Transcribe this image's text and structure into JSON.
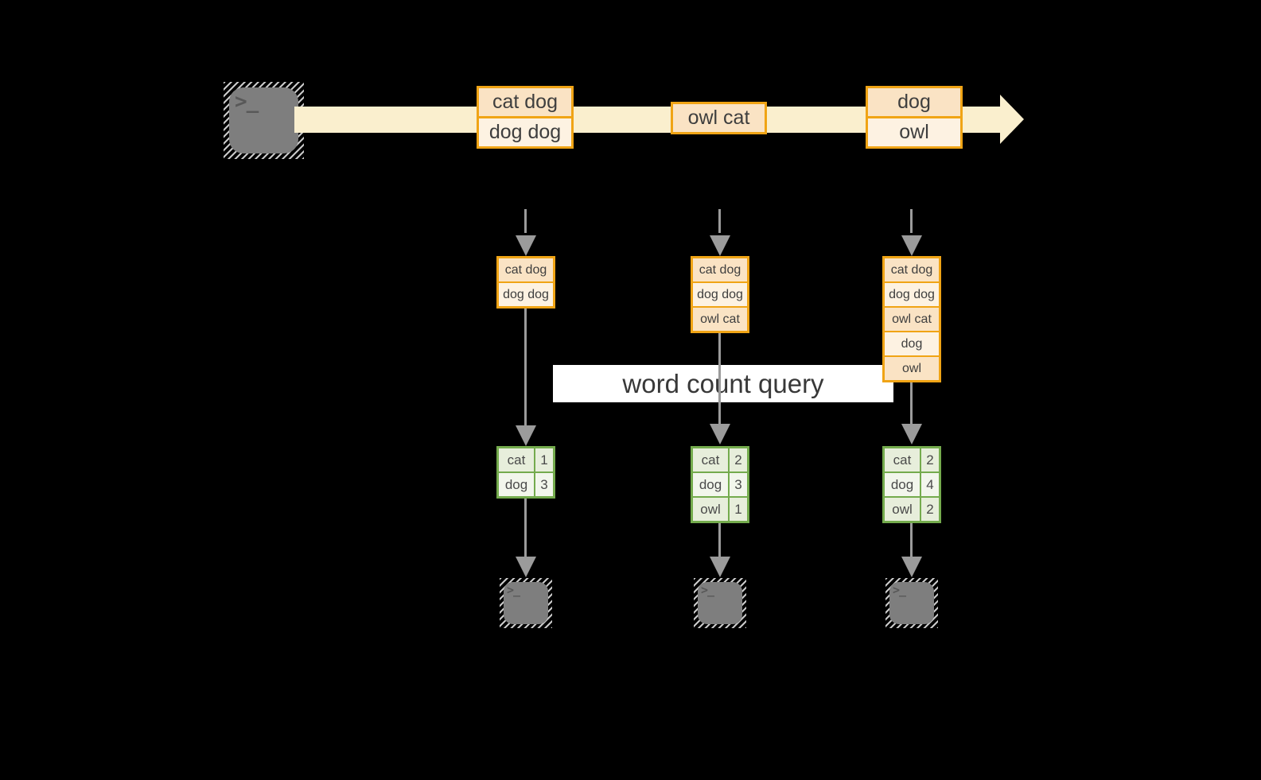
{
  "diagram": {
    "query_label": "word count query",
    "terminal_glyph": ">_",
    "stream": {
      "groups": [
        [
          "cat dog",
          "dog dog"
        ],
        [
          "owl cat"
        ],
        [
          "dog",
          "owl"
        ]
      ]
    },
    "columns": [
      {
        "buffer": [
          "cat dog",
          "dog dog"
        ],
        "counts": [
          [
            "cat",
            "1"
          ],
          [
            "dog",
            "3"
          ]
        ]
      },
      {
        "buffer": [
          "cat dog",
          "dog dog",
          "owl cat"
        ],
        "counts": [
          [
            "cat",
            "2"
          ],
          [
            "dog",
            "3"
          ],
          [
            "owl",
            "1"
          ]
        ]
      },
      {
        "buffer": [
          "cat dog",
          "dog dog",
          "owl cat",
          "dog",
          "owl"
        ],
        "counts": [
          [
            "cat",
            "2"
          ],
          [
            "dog",
            "4"
          ],
          [
            "owl",
            "2"
          ]
        ]
      }
    ],
    "colors": {
      "background": "#000000",
      "stream_band": "#faefce",
      "event_border": "#f0a415",
      "event_fill_dark": "#fae3c4",
      "event_fill_light": "#fdf2e2",
      "table_border": "#74ab4d",
      "table_fill_dark": "#e7eedb",
      "table_fill_light": "#f2f6ec",
      "connector_gray": "#9b9b9b",
      "terminal_gray": "#7e7e7e",
      "query_banner": "#ffffff",
      "text": "#3e3e3e"
    }
  }
}
